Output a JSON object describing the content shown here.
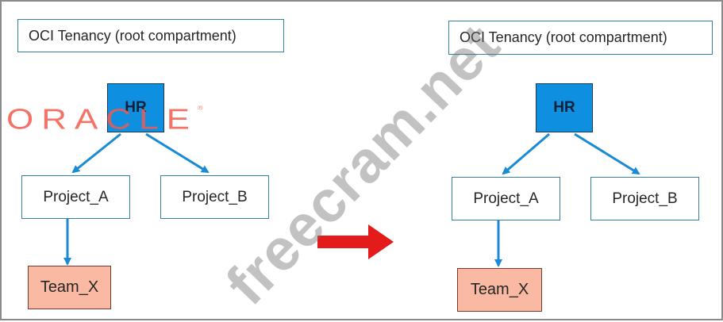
{
  "left": {
    "tenancy": "OCI Tenancy (root compartment)",
    "hr": "HR",
    "project_a": "Project_A",
    "project_b": "Project_B",
    "team_x": "Team_X"
  },
  "right": {
    "tenancy": "OCI Tenancy (root compartment)",
    "hr": "HR",
    "project_a": "Project_A",
    "project_b": "Project_B",
    "team_x": "Team_X"
  },
  "logo": "ORACLE",
  "watermark": "freecram.net",
  "colors": {
    "connector": "#1a8ad4",
    "hr_fill": "#0e8fe0",
    "team_fill": "#f9b9a2",
    "box_border": "#31849b",
    "transition_arrow": "#e31b1b"
  }
}
